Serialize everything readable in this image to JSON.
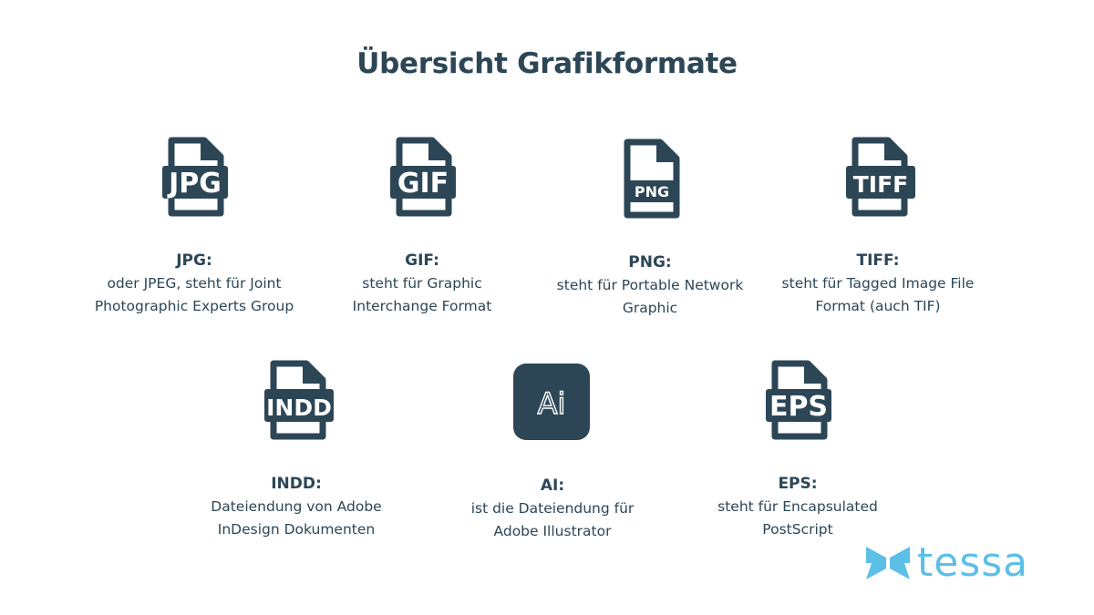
{
  "title": "Übersicht Grafikformate",
  "items": [
    {
      "badge": "JPG",
      "label": "JPG:",
      "desc": [
        "oder JPEG, steht für Joint",
        "Photographic Experts Group"
      ],
      "icon": "jpg-file-icon"
    },
    {
      "badge": "GIF",
      "label": "GIF:",
      "desc": [
        "steht für Graphic",
        "Interchange Format"
      ],
      "icon": "gif-file-icon"
    },
    {
      "badge": "PNG",
      "label": "PNG:",
      "desc": [
        "steht für Portable Network",
        "Graphic"
      ],
      "icon": "png-file-icon"
    },
    {
      "badge": "TIFF",
      "label": "TIFF:",
      "desc": [
        "steht für Tagged Image File",
        "Format (auch TIF)"
      ],
      "icon": "tiff-file-icon"
    },
    {
      "badge": "INDD",
      "label": "INDD:",
      "desc": [
        "Dateiendung von Adobe",
        "InDesign Dokumenten"
      ],
      "icon": "indd-file-icon"
    },
    {
      "badge": "Ai",
      "label": "AI:",
      "desc": [
        "ist die Dateiendung für",
        "Adobe Illustrator"
      ],
      "icon": "adobe-illustrator-icon"
    },
    {
      "badge": "EPS",
      "label": "EPS:",
      "desc": [
        "steht für Encapsulated",
        "PostScript"
      ],
      "icon": "eps-file-icon"
    }
  ],
  "logo": {
    "text": "tessa"
  },
  "colors": {
    "primary": "#2c4656",
    "logo": "#5cbfe6"
  }
}
